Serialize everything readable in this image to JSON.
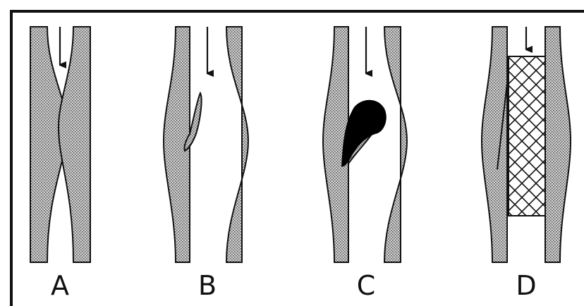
{
  "panels": [
    {
      "id": "A",
      "label": "A"
    },
    {
      "id": "B",
      "label": "B"
    },
    {
      "id": "C",
      "label": "C"
    },
    {
      "id": "D",
      "label": "D"
    }
  ],
  "colors": {
    "wall_fill": "#cfcfcf",
    "wall_dot": "#5a5a5a",
    "ink": "#111111",
    "thrombus": "#000000",
    "background": "#ffffff"
  }
}
